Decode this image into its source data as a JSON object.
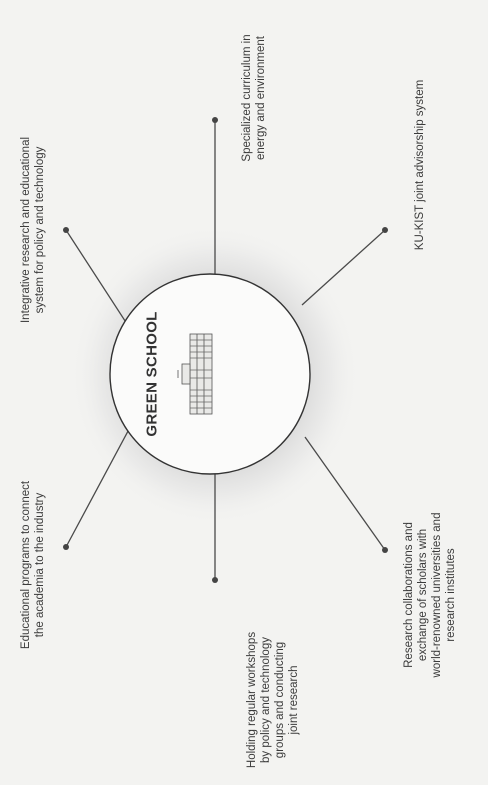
{
  "center": {
    "title": "GREEN SCHOOL",
    "logo_icon": "school-building-icon"
  },
  "items": {
    "integrative": [
      "Integrative research and educational",
      "system for policy and technology"
    ],
    "educational": [
      "Educational programs to connect",
      "the academia to the industry"
    ],
    "specialized": [
      "Specialized curriculum in",
      "energy and environment"
    ],
    "workshops": [
      "Holding regular workshops",
      "by policy and technology",
      "groups and conducting",
      "joint research"
    ],
    "kukist": [
      "KU-KIST joint advisorship system"
    ],
    "collaborations": [
      "Research collaborations and",
      "exchange of scholars with",
      "world-renowned universities and",
      "research institutes"
    ]
  },
  "colors": {
    "spoke": "#4a4a4a",
    "circle_border": "#333333",
    "halo": "#d7d7d7"
  }
}
